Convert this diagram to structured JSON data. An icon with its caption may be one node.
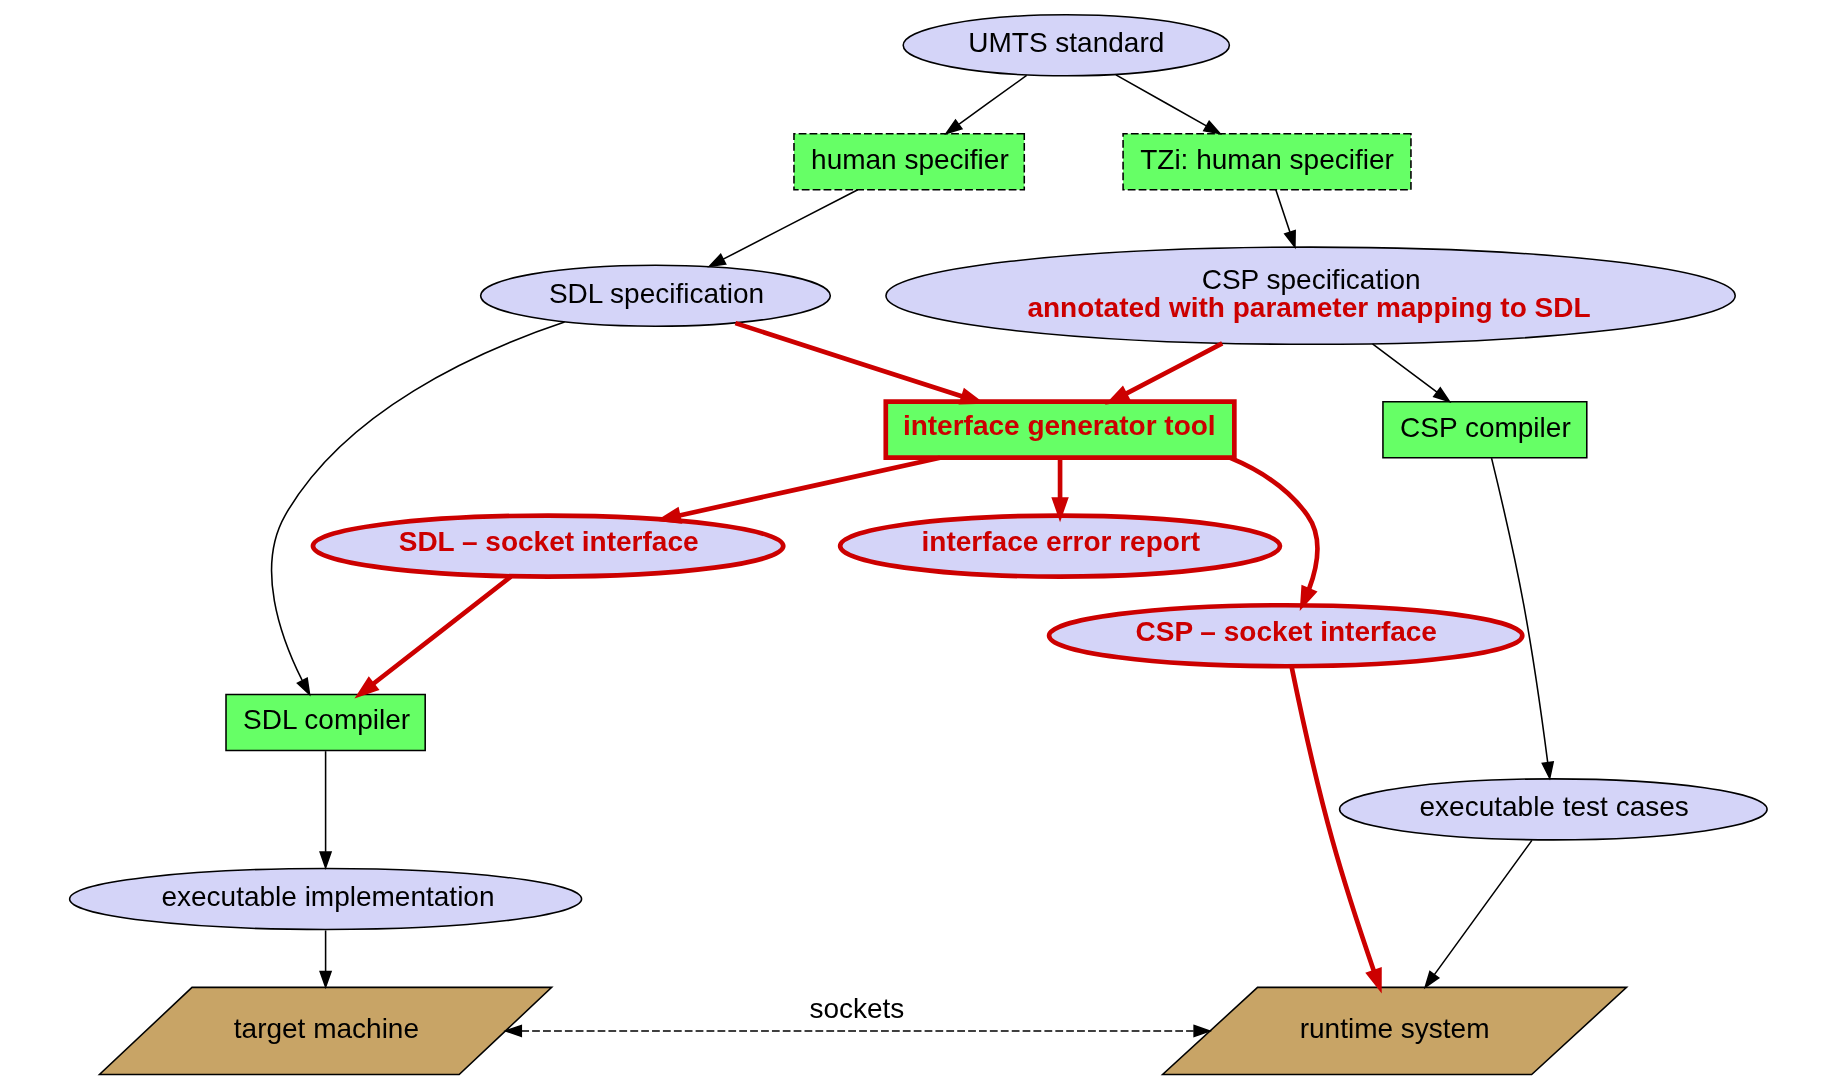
{
  "diagram": {
    "nodes": [
      {
        "text": [
          "UMTS standard"
        ]
      },
      {
        "text": [
          "TZi: human specifier"
        ]
      },
      {
        "text": [
          "human specifier"
        ]
      },
      {
        "text": [
          "CSP specification",
          "annotated with parameter mapping to SDL"
        ]
      },
      {
        "text": [
          "SDL specification"
        ]
      },
      {
        "text": [
          "interface generator tool"
        ]
      },
      {
        "text": [
          "CSP compiler"
        ]
      },
      {
        "text": [
          "SDL – socket interface"
        ]
      },
      {
        "text": [
          "CSP – socket interface"
        ]
      },
      {
        "text": [
          "SDL compiler"
        ]
      },
      {
        "text": [
          "executable test cases"
        ]
      },
      {
        "text": [
          "interface error report"
        ]
      },
      {
        "text": [
          "executable implementation"
        ]
      },
      {
        "text": [
          "runtime system"
        ]
      },
      {
        "text": [
          "target machine"
        ]
      }
    ],
    "edges": [
      {
        "from": 0,
        "to": 1,
        "arrow": "to"
      },
      {
        "from": 0,
        "to": 2,
        "arrow": "to"
      },
      {
        "from": 1,
        "to": 3,
        "arrow": "to"
      },
      {
        "from": 2,
        "to": 4,
        "arrow": "to"
      },
      {
        "from": 3,
        "to": 5,
        "arrow": "to",
        "style": "thick",
        "color": "#cc0000"
      },
      {
        "from": 4,
        "to": 5,
        "arrow": "to",
        "style": "thick",
        "color": "#cc0000"
      },
      {
        "from": 3,
        "to": 6,
        "arrow": "to"
      },
      {
        "from": 4,
        "to": 9,
        "arrow": "to"
      },
      {
        "from": 5,
        "to": 8,
        "arrow": "to",
        "style": "thick",
        "color": "#cc0000"
      },
      {
        "from": 5,
        "to": 11,
        "arrow": "to",
        "style": "thick",
        "color": "#cc0000"
      },
      {
        "from": 5,
        "to": 7,
        "arrow": "to",
        "style": "thick",
        "color": "#cc0000"
      },
      {
        "from": 7,
        "to": 9,
        "arrow": "to",
        "style": "thick",
        "color": "#cc0000"
      },
      {
        "from": 6,
        "to": 10,
        "arrow": "to"
      },
      {
        "from": 9,
        "to": 12,
        "arrow": "to"
      },
      {
        "from": 8,
        "to": 13,
        "arrow": "to",
        "style": "thick",
        "color": "#cc0000"
      },
      {
        "from": 10,
        "to": 13,
        "arrow": "to"
      },
      {
        "from": 12,
        "to": 14,
        "arrow": "to"
      },
      {
        "from": 13,
        "to": 14,
        "arrow": "both",
        "style": "dashed",
        "label": "sockets"
      }
    ]
  }
}
